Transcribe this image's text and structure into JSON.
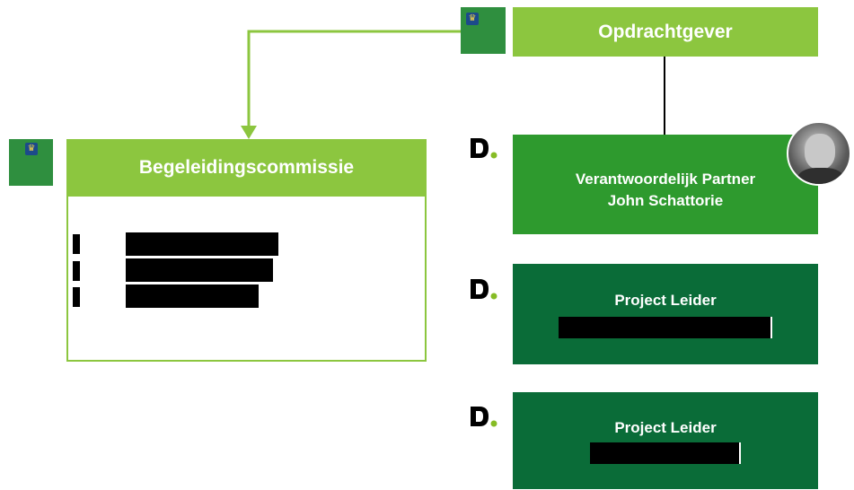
{
  "client": {
    "title": "Opdrachtgever"
  },
  "committee": {
    "title": "Begeleidingscommissie"
  },
  "partner": {
    "role": "Verantwoordelijk Partner",
    "name": "John Schattorie"
  },
  "leaders": [
    {
      "role": "Project Leider"
    },
    {
      "role": "Project Leider"
    }
  ],
  "colors": {
    "light_green": "#8cc63f",
    "mid_green": "#2e9a2e",
    "dark_green": "#0a6c38",
    "connector": "#8cc63f"
  },
  "icons": {
    "government_logo": "rijksoverheid-emblem-icon",
    "deloitte_logo": "deloitte-d-icon",
    "portrait": "person-photo-icon"
  }
}
